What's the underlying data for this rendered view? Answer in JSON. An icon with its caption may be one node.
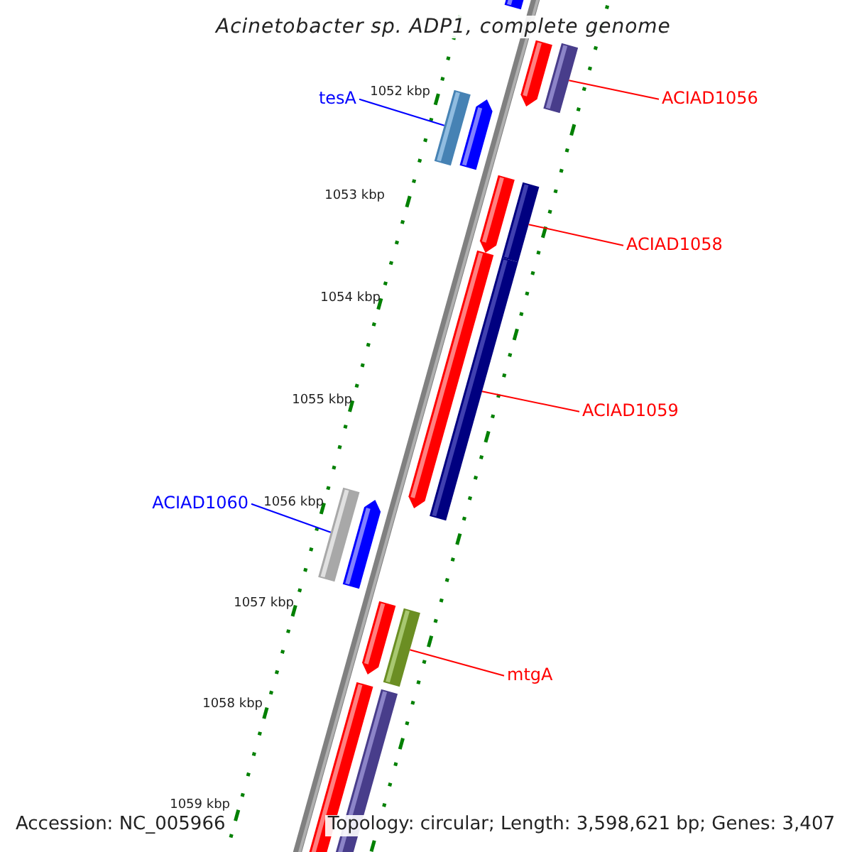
{
  "diagram": {
    "title": "Acinetobacter sp. ADP1, complete genome",
    "nodes": [
      {
        "text": [
          "tesA"
        ]
      },
      {
        "text": [],
        "shape": "bar"
      },
      {
        "text": [
          "ACIAD1056"
        ]
      },
      {
        "text": [],
        "shape": "bar"
      },
      {
        "text": [
          "ACIAD1058"
        ]
      },
      {
        "text": [],
        "shape": "bar"
      },
      {
        "text": [
          "ACIAD1059"
        ]
      },
      {
        "text": [],
        "shape": "bar"
      },
      {
        "text": [
          "ACIAD1060"
        ]
      },
      {
        "text": [],
        "shape": "bar"
      },
      {
        "text": [
          "mtgA"
        ]
      },
      {
        "text": [],
        "shape": "bar"
      }
    ],
    "edges": [
      {
        "from": 0,
        "to": 1,
        "arrow": "none",
        "color": "#0000ff"
      },
      {
        "from": 2,
        "to": 3,
        "arrow": "none"
      },
      {
        "from": 4,
        "to": 5,
        "arrow": "none"
      },
      {
        "from": 6,
        "to": 7,
        "arrow": "none"
      },
      {
        "from": 8,
        "to": 9,
        "arrow": "none",
        "color": "#0000ff"
      },
      {
        "from": 10,
        "to": 11,
        "arrow": "none"
      }
    ],
    "labels": [
      "1052 kbp",
      "1053 kbp",
      "1054 kbp",
      "1055 kbp",
      "1056 kbp",
      "1057 kbp",
      "1058 kbp",
      "1059 kbp",
      "Accession: NC_005966",
      "Topology: circular; Length: 3,598,621 bp; Genes: 3,407"
    ]
  }
}
